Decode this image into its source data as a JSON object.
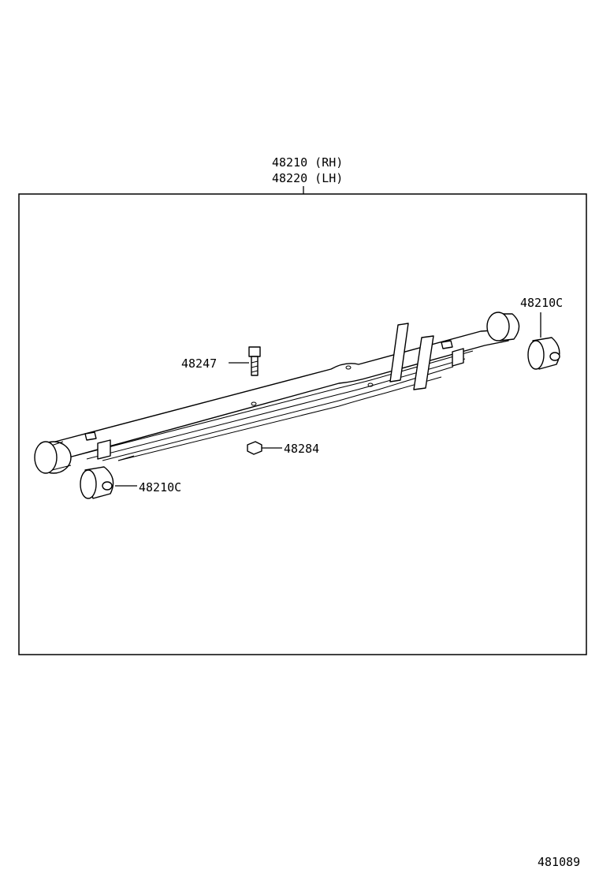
{
  "header_labels": {
    "line1": "48210 (RH)",
    "line2": "48220 (LH)"
  },
  "callouts": {
    "bushing_right": "48210C",
    "bolt": "48247",
    "nut": "48284",
    "bushing_left": "48210C"
  },
  "figure_id": "481089"
}
